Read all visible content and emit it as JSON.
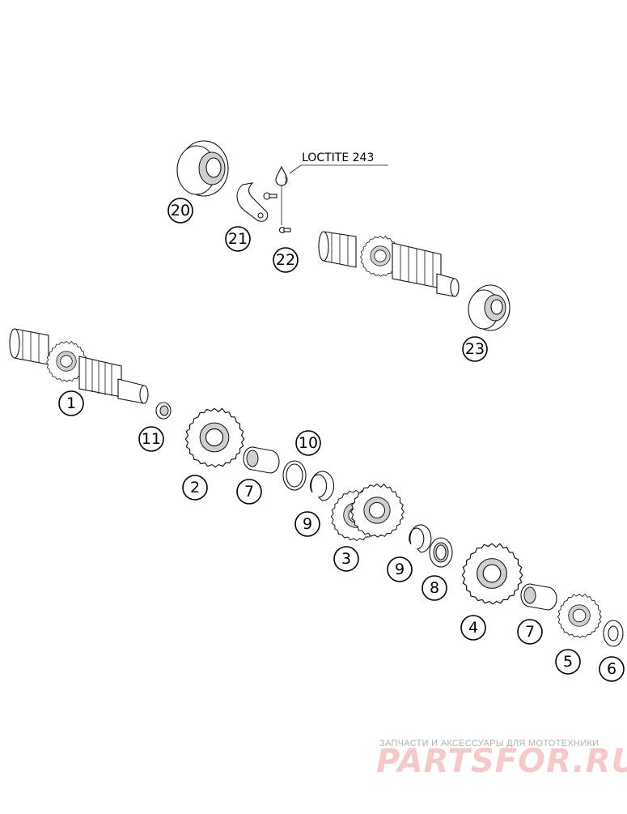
{
  "note": {
    "text": "LOCTITE 243"
  },
  "callouts": [
    {
      "id": "1",
      "label": "1"
    },
    {
      "id": "2",
      "label": "2"
    },
    {
      "id": "3",
      "label": "3"
    },
    {
      "id": "4",
      "label": "4"
    },
    {
      "id": "5",
      "label": "5"
    },
    {
      "id": "6",
      "label": "6"
    },
    {
      "id": "7a",
      "label": "7"
    },
    {
      "id": "7b",
      "label": "7"
    },
    {
      "id": "8",
      "label": "8"
    },
    {
      "id": "9a",
      "label": "9"
    },
    {
      "id": "9b",
      "label": "9"
    },
    {
      "id": "10",
      "label": "10"
    },
    {
      "id": "11",
      "label": "11"
    },
    {
      "id": "20",
      "label": "20"
    },
    {
      "id": "21",
      "label": "21"
    },
    {
      "id": "22",
      "label": "22"
    },
    {
      "id": "23",
      "label": "23"
    }
  ],
  "watermark": {
    "tagline": "ЗАПЧАСТИ И АКСЕССУАРЫ ДЛЯ МОТОТЕХНИКИ",
    "logo": "PARTSFOR.RU"
  }
}
